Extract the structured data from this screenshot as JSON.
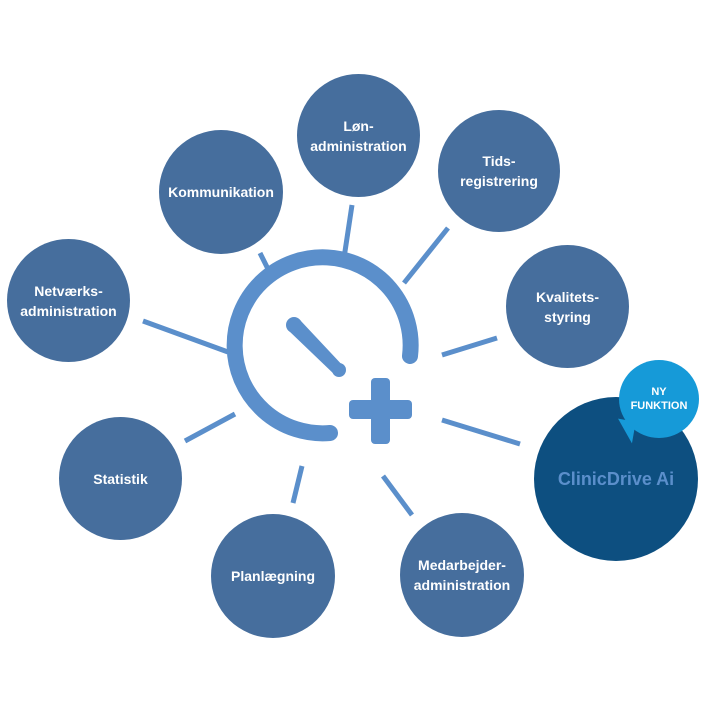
{
  "colors": {
    "node": "#466e9d",
    "connector": "#5b8fcb",
    "hub": "#5b8fcb",
    "highlight_node": "#0d4f80",
    "highlight_text": "#5b8fcb",
    "badge": "#169ad8"
  },
  "hub": {
    "icon": "stopwatch-plus-icon"
  },
  "nodes": {
    "lon": [
      "Løn-",
      "administration"
    ],
    "tids": [
      "Tids-",
      "registrering"
    ],
    "kvalitet": [
      "Kvalitets-",
      "styring"
    ],
    "medarbejder": [
      "Medarbejder-",
      "administration"
    ],
    "planlaegning": [
      "Planlægning"
    ],
    "statistik": [
      "Statistik"
    ],
    "netvaerk": [
      "Netværks-",
      "administration"
    ],
    "kommunikation": [
      "Kommunikation"
    ],
    "ai": [
      "ClinicDrive Ai"
    ]
  },
  "badge": {
    "line1": "NY",
    "line2": "FUNKTION"
  }
}
